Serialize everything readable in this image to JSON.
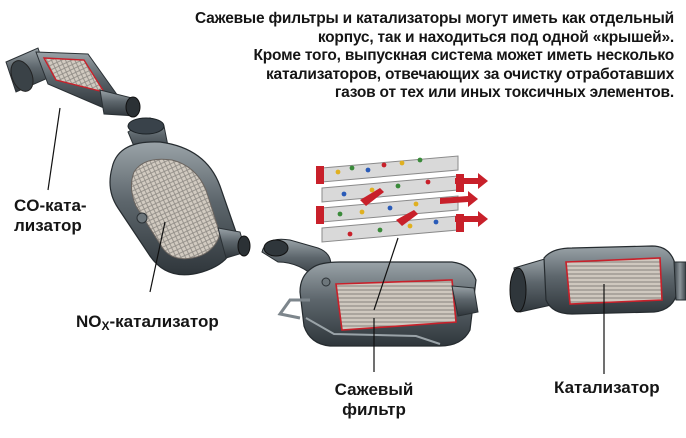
{
  "caption": {
    "lines": [
      "Сажевые фильтры и катализаторы могут иметь как отдельный",
      "корпус, так и находиться под одной «крышей».",
      "Кроме того, выпускная система может иметь несколько",
      "катализаторов, отвечающих за очистку отработавших",
      "газов от тех или иных токсичных элементов."
    ]
  },
  "labels": {
    "co_catalyst": [
      "CO-ката-",
      "лизатор"
    ],
    "nox_catalyst": {
      "prefix": "NO",
      "sub": "X",
      "suffix": "-катализатор"
    },
    "soot_filter": [
      "Сажевый",
      "фильтр"
    ],
    "catalyst": "Катализатор"
  },
  "colors": {
    "metal_dark": "#4a5258",
    "metal_mid": "#7d868c",
    "metal_light": "#b9c0c4",
    "mesh": "#c9c2b8",
    "accent_red": "#c8202a",
    "leader": "#111111"
  }
}
